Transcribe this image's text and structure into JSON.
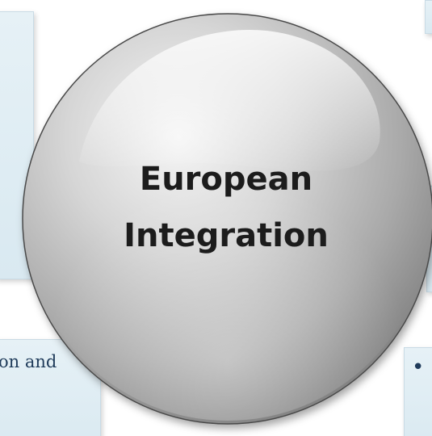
{
  "center": {
    "label_line_1": "European",
    "label_line_2": "Integration"
  },
  "side_panels": {
    "bottom_left_text": "on and",
    "bottom_right_bullet": "•"
  },
  "colors": {
    "panel_fill": "#dceaf2",
    "panel_text": "#1f3b5a",
    "sphere_highlight": "#f4f4f4",
    "sphere_mid": "#b8b8b8",
    "sphere_shadow": "#7d7d7d",
    "label_text": "#1c1c1c"
  }
}
